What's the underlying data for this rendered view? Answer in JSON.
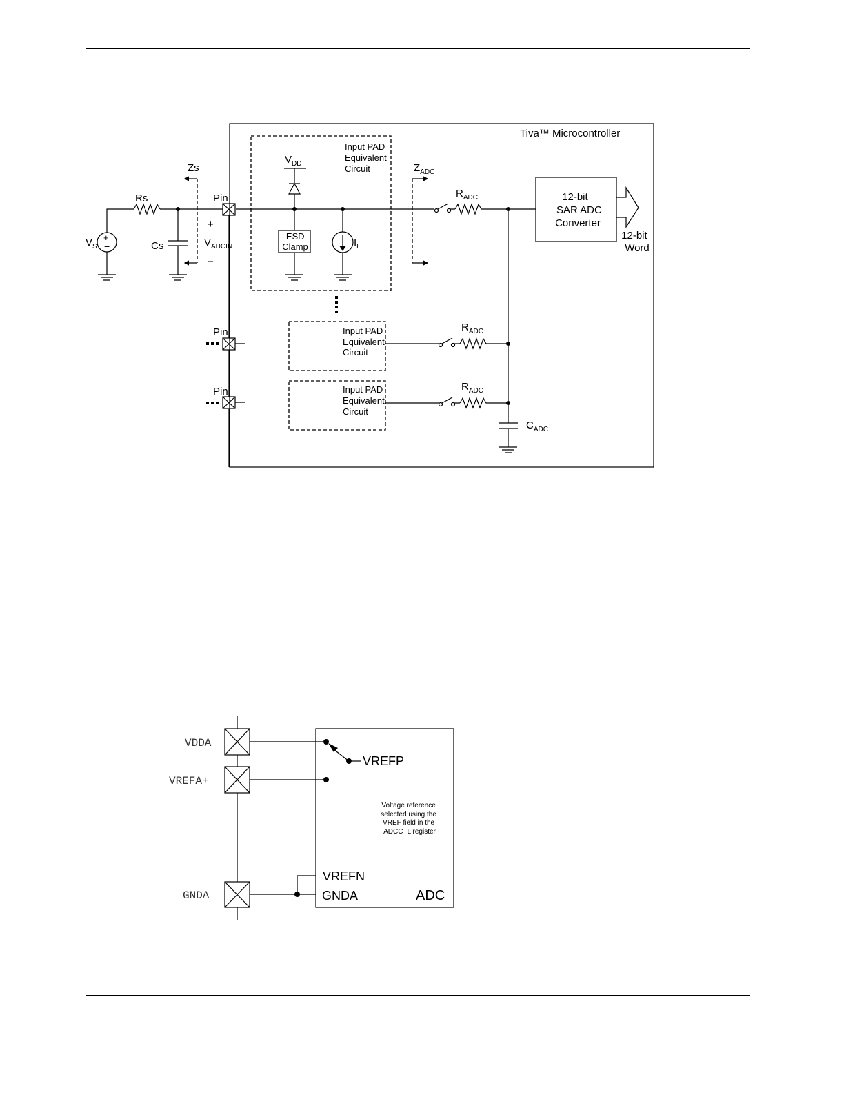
{
  "fig1": {
    "mcu_title": "Tiva™ Microcontroller",
    "pad_lines": [
      "Input PAD",
      "Equivalent",
      "Circuit"
    ],
    "vdd": "V",
    "vdd_sub": "DD",
    "esd": [
      "ESD",
      "Clamp"
    ],
    "il": "I",
    "il_sub": "L",
    "zs": "Zs",
    "zadc": "Z",
    "zadc_sub": "ADC",
    "rs": "Rs",
    "cs": "Cs",
    "vs": "V",
    "vs_sub": "S",
    "pin": "Pin",
    "plus": "+",
    "minus": "−",
    "vadcin": "V",
    "vadcin_sub": "ADCIN",
    "radc": "R",
    "radc_sub": "ADC",
    "cadc": "C",
    "cadc_sub": "ADC",
    "sar": [
      "12-bit",
      "SAR ADC",
      "Converter"
    ],
    "word": [
      "12-bit",
      "Word"
    ]
  },
  "fig2": {
    "vdda": "VDDA",
    "vrefa": "VREFA+",
    "gnda_pin": "GNDA",
    "vrefp": "VREFP",
    "note": [
      "Voltage reference",
      "selected using the",
      "VREF field in the",
      "ADCCTL register"
    ],
    "vrefn": "VREFN",
    "gnda": "GNDA",
    "adc": "ADC"
  }
}
